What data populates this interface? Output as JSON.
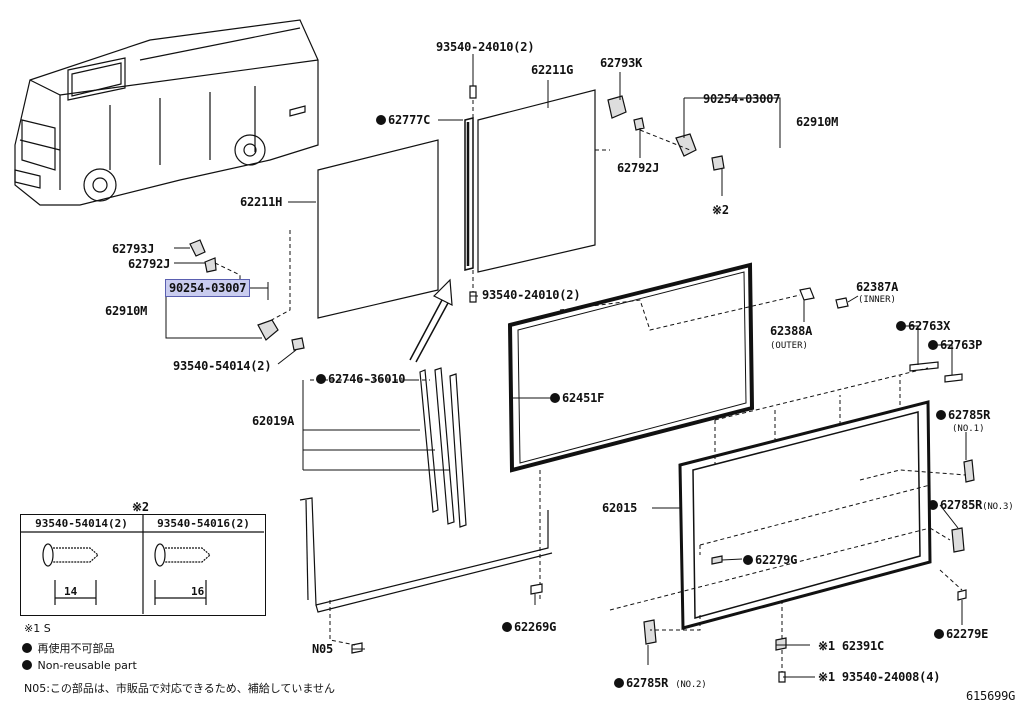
{
  "labels": {
    "p93540_24010_top": "93540-24010(2)",
    "p62211G": "62211G",
    "p62793K": "62793K",
    "p90254_03007_r": "90254-03007",
    "p62910M_r": "62910M",
    "p62777C": "62777C",
    "p62792J_r": "62792J",
    "note2_r": "※2",
    "p62211H": "62211H",
    "p62793J": "62793J",
    "p62792J_l": "62792J",
    "p90254_03007_l": "90254-03007",
    "p62910M_l": "62910M",
    "p93540_24010_mid": "93540-24010(2)",
    "p62387A": "62387A",
    "inner": "(INNER)",
    "p62388A": "62388A",
    "outer": "(OUTER)",
    "p62763X": "62763X",
    "p62763P": "62763P",
    "p93540_54014": "93540-54014(2)",
    "p62746_36010": "62746-36010",
    "p62451F": "62451F",
    "p62785R_1": "62785R",
    "no1": "(NO.1)",
    "p62019A": "62019A",
    "p62015": "62015",
    "p62785R_3": "62785R",
    "no3": "(NO.3)",
    "p62279G": "62279G",
    "p62269G": "62269G",
    "p62279E": "62279E",
    "p62391C": "※1 62391C",
    "n05": "N05",
    "p62785R_2": "62785R",
    "no2": "(NO.2)",
    "p93540_24008": "※1 93540-24008(4)",
    "diagram_id": "615699G"
  },
  "table": {
    "title": "※2",
    "col1": "93540-54014(2)",
    "col2": "93540-54016(2)",
    "dim1": "14",
    "dim2": "16"
  },
  "legend": {
    "s_note": "※1 S",
    "non_reusable_jp": "再使用不可部品",
    "non_reusable_en": "Non-reusable part",
    "n05_note": "N05:この部品は、市販品で対応できるため、補給していません"
  },
  "highlight_color": "#c9ccef"
}
